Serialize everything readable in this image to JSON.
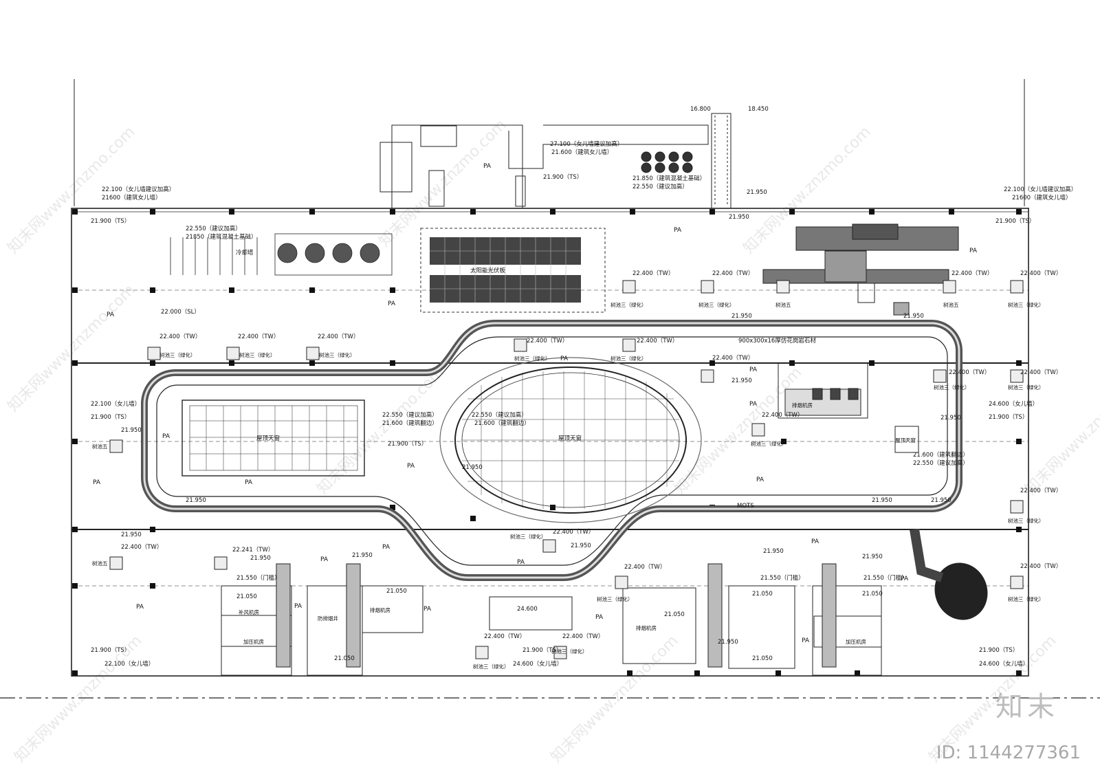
{
  "branding": {
    "logo_text": "知末",
    "image_id": "ID: 1144277361",
    "watermark_text": "知末网www.znzmo.com"
  },
  "rooms": {
    "skylight_rect": "屋顶天窗",
    "skylight_oval": "屋顶天窗",
    "skylight_small": "屋顶天窗",
    "solar_panels": "太阳能光伏板",
    "cooling_tower": "冷却塔",
    "fan_room_a": "排烟机房",
    "fan_room_b": "排烟机房",
    "fan_room_c": "排烟机房",
    "fresh_air_room": "补风机房",
    "pressure_room_l": "加压机房",
    "pressure_room_r": "加压机房",
    "stair_room": "防排烟井",
    "box_2460": "24.600",
    "sign_text": "MOTS"
  },
  "elevations": {
    "e1": "22.100（女儿墙建议加高）",
    "e2": "21600（建筑女儿墙）",
    "e3": "21.900（TS）",
    "e4": "22.550（建议加高）",
    "e5": "21850（建筑混凝土基础）",
    "e6": "22.000（SL）",
    "e7": "22.400（TW）",
    "e8": "22.100（女儿墙）",
    "e9": "21.950",
    "e10": "22.550（建议加高）",
    "e11": "21.600（建筑翻边）",
    "e12": "21.900（TS）",
    "e13": "16.800",
    "e14": "18.450",
    "e15": "27.100（女儿墙建议加高）",
    "e16": "21.600（建筑女儿墙）",
    "e17": "21.850（建筑混凝土基础）",
    "e18": "22.550（建议加高）",
    "e19": "24.600（女儿墙）",
    "e20": "21.050",
    "e21": "21.550（门槛）",
    "e22": "900x300x16厚仿花岗岩石材",
    "e23": "22.241（TW）",
    "e24": "21.600（建筑翻边）",
    "e25": "22.550（建议加高）",
    "e26": "22.100（女儿墙）"
  },
  "labels": {
    "pa": "PA",
    "tree_pool_3": "树池三（绿化）",
    "tree_pool_5": "树池五"
  }
}
